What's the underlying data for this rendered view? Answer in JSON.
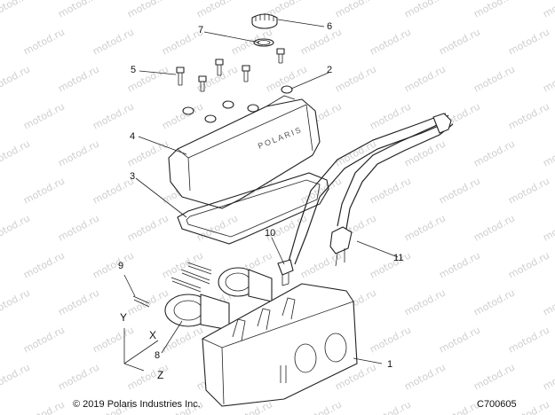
{
  "watermark_text": "motod.ru",
  "callouts": [
    "1",
    "2",
    "3",
    "4",
    "5",
    "6",
    "7",
    "8",
    "9",
    "10",
    "11"
  ],
  "axes": {
    "x": "X",
    "y": "Y",
    "z": "Z"
  },
  "footer": {
    "copyright": "© 2019 Polaris Industries Inc.",
    "code": "C700605"
  },
  "logo_text": "POLARIS"
}
